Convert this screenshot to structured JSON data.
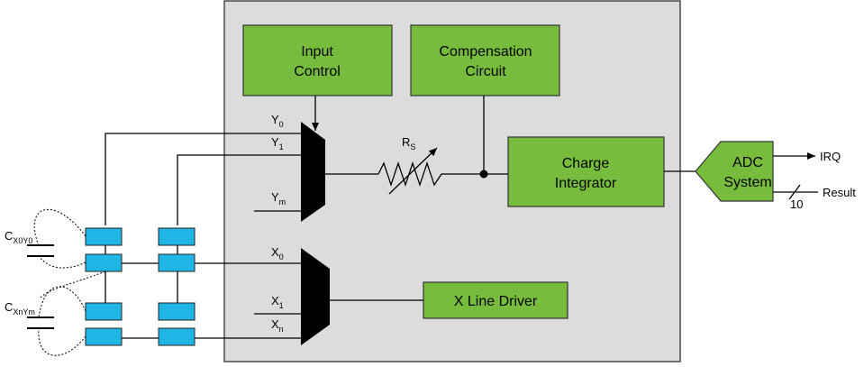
{
  "blocks": {
    "input_control": [
      "Input",
      "Control"
    ],
    "compensation": [
      "Compensation",
      "Circuit"
    ],
    "charge_integrator": [
      "Charge",
      "Integrator"
    ],
    "x_line_driver": "X Line Driver",
    "adc": [
      "ADC",
      "System"
    ]
  },
  "labels": {
    "y0": {
      "main": "Y",
      "sub": "0"
    },
    "y1": {
      "main": "Y",
      "sub": "1"
    },
    "ym": {
      "main": "Y",
      "sub": "m"
    },
    "x0": {
      "main": "X",
      "sub": "0"
    },
    "x1": {
      "main": "X",
      "sub": "1"
    },
    "xn": {
      "main": "X",
      "sub": "n"
    },
    "rs": {
      "main": "R",
      "sub": "S"
    },
    "cx0y0": {
      "main": "C",
      "sub": "X0Y0"
    },
    "cxnym": {
      "main": "C",
      "sub": "XnYm"
    }
  },
  "outputs": {
    "irq": "IRQ",
    "result": "Result",
    "bus_width": "10"
  },
  "colors": {
    "chip_fill": "#dcdcdc",
    "block_fill": "#77bc3c",
    "electrode_fill": "#1fb6e6"
  }
}
